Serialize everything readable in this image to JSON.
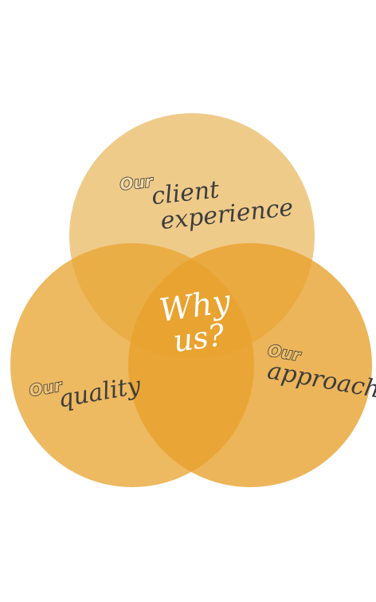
{
  "diagram": {
    "top_circle": {
      "prefix": "Our",
      "line1": "client",
      "line2": "experience",
      "color": "#E9B963"
    },
    "left_circle": {
      "prefix": "Our",
      "line1": "quality",
      "color": "#E8A535"
    },
    "right_circle": {
      "prefix": "Our",
      "line1": "approach",
      "color": "#E8A535"
    },
    "center": {
      "line1": "Why",
      "line2": "us?",
      "color": "#E8981A"
    },
    "text_color": "#3d3d3d",
    "center_text_color": "#ffffff"
  }
}
